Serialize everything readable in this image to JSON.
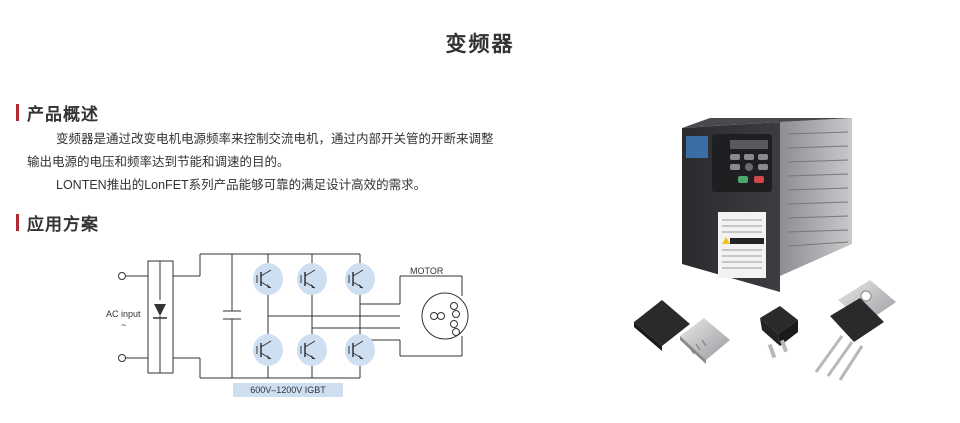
{
  "page": {
    "title": "变频器"
  },
  "overview": {
    "heading": "产品概述",
    "line1": "变频器是通过改变电机电源频率来控制交流电机，通过内部开关管的开断来调整",
    "line2": "输出电源的电压和频率达到节能和调速的目的。",
    "line3": "LONTEN推出的LonFET系列产品能够可靠的满足设计高效的需求。"
  },
  "solution": {
    "heading": "应用方案"
  },
  "diagram": {
    "ac_input_label": "AC input",
    "ac_symbol": "~",
    "motor_label": "MOTOR",
    "igbt_caption": "600V–1200V IGBT"
  },
  "colors": {
    "accent_bar": "#b02a2f",
    "igbt_highlight": "#cfdff2",
    "caption_bg": "#cfdff2"
  }
}
